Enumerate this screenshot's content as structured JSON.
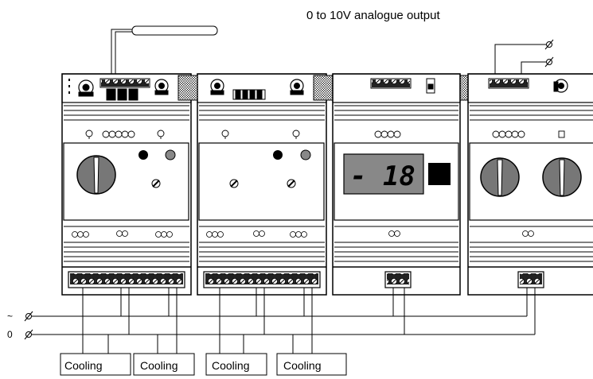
{
  "title": "0 to 10V analogue output",
  "display": {
    "reading": "- 18"
  },
  "rails": [
    {
      "id": "live",
      "label": "~"
    },
    {
      "id": "neutral",
      "label": "0"
    }
  ],
  "outputs": [
    {
      "label": "Cooling"
    },
    {
      "label": "Cooling"
    },
    {
      "label": "Cooling"
    },
    {
      "label": "Cooling"
    }
  ],
  "modules": [
    {
      "id": "controller-1",
      "type": "single-knob-controller"
    },
    {
      "id": "controller-2",
      "type": "two-setpoint-controller"
    },
    {
      "id": "display-unit",
      "type": "digital-display"
    },
    {
      "id": "controller-4",
      "type": "dual-knob-controller"
    }
  ]
}
